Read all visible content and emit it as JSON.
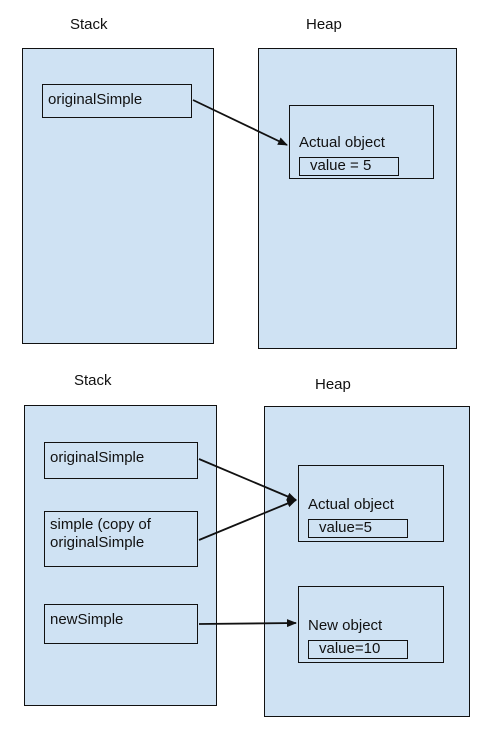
{
  "top": {
    "stack_title": "Stack",
    "heap_title": "Heap",
    "vars": [
      "originalSimple"
    ],
    "objects": [
      {
        "label": "Actual object",
        "value": "value = 5"
      }
    ]
  },
  "bottom": {
    "stack_title": "Stack",
    "heap_title": "Heap",
    "vars": [
      "originalSimple",
      "simple (copy of\noriginalSimple",
      "newSimple"
    ],
    "objects": [
      {
        "label": "Actual object",
        "value": "value=5"
      },
      {
        "label": "New object",
        "value": "value=10"
      }
    ]
  }
}
